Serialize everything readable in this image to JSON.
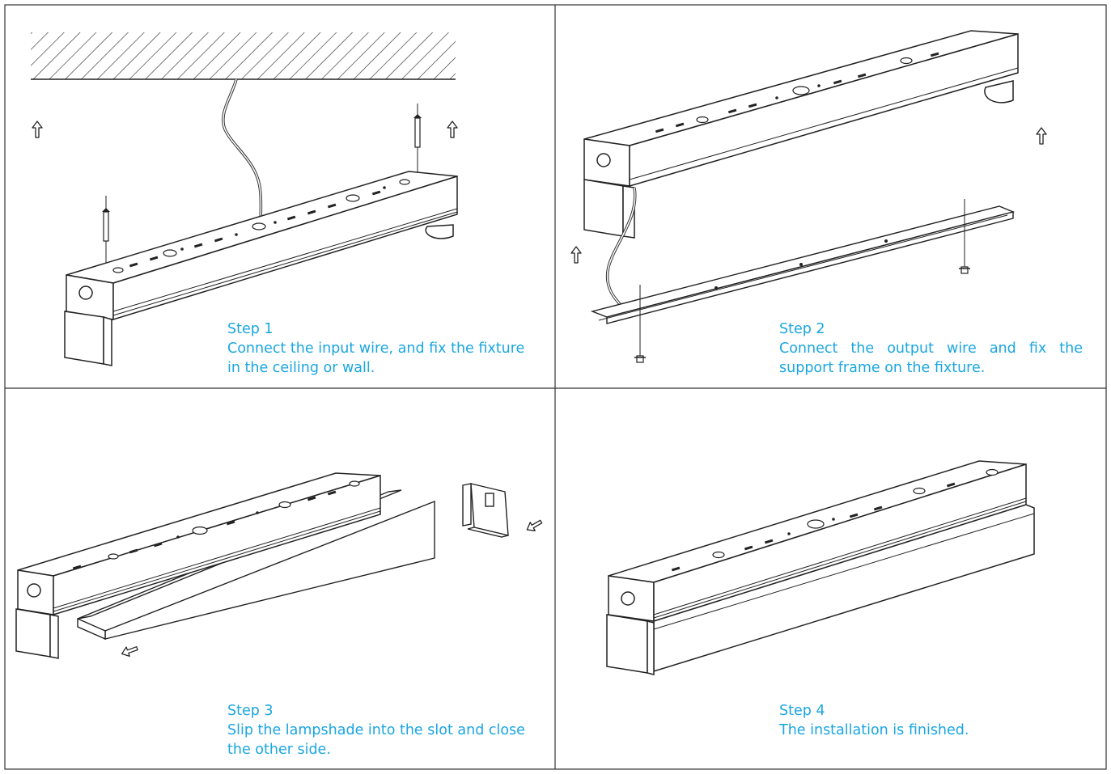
{
  "steps": [
    {
      "title": "Step 1",
      "text": "Connect the input wire, and fix the fixture in the ceiling or wall."
    },
    {
      "title": "Step 2",
      "text": "Connect the output wire and fix the support frame on the fixture."
    },
    {
      "title": "Step 3",
      "text": "Slip the lampshade into the slot and close the other side."
    },
    {
      "title": "Step 4",
      "text": "The installation is finished."
    }
  ],
  "colors": {
    "caption": "#1aa6e0",
    "line": "#1a1a1a",
    "grid": "#333333"
  }
}
